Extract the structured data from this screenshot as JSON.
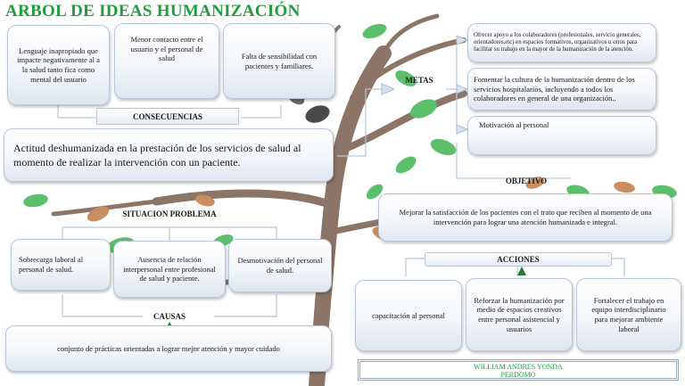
{
  "title": "ARBOL DE IDEAS HUMANIZACIÓN",
  "consequences": {
    "header": "CONSECUENCIAS",
    "items": [
      "Lenguaje inapropiado que impacte negativamente al a la salud tanto fica como mental del usuario",
      "Menor contacto entre el usuario y el personal de salud",
      "Falta de sensibilidad con pacientes y familiares."
    ]
  },
  "central_problem": "Actitud deshumanizada en la prestación de los servicios de salud al momento de realizar la intervención con un paciente.",
  "situation": {
    "header": "SITUACION PROBLEMA",
    "items": [
      "Sobrecarga laboral al personal de salud.",
      "Ausencia de relación interpersonal entre profesional de salud y paciente.",
      "Desmotivación del personal de salud."
    ]
  },
  "causes": {
    "header": "CAUSAS",
    "text": "conjunto de prácticas orientadas a lograr mejor atención y mayor cuidado"
  },
  "goals": {
    "header": "METAS",
    "items": [
      "Ofrecer apoyo a los colaboradores (profesionales, servicio generales, orientadores,etc) en espacios formativos, organizativos u otros para facilitar su trabajo en la mayor de la humanización de la atención.",
      "Fomentar la cultura de la humanización dentro de los servicios hospitalarios, incluyendo a todos los colaboradores en general de una organización..",
      "Motivación al personal"
    ]
  },
  "objective": {
    "header": "OBJETIVO",
    "text": "Mejorar la satisfacción de los pacientes con el trato que reciben al momento de una intervención para lograr una atención humanizada e integral."
  },
  "actions": {
    "header": "ACCIONES",
    "items": [
      "capacitación al personal",
      "Reforzar la humanización por medio de espacios creativos entre personal asistencial y usuarios",
      "Fortalecer el trabajo en equipo interdisciplinario para mejorar ambiente laboral"
    ]
  },
  "author": {
    "line1": "WILLIAM ANDRES YONDA",
    "line2": "PERDOMO"
  },
  "colors": {
    "title": "#1f9e3c",
    "leaf_green": "#5cbf6b",
    "leaf_brown": "#c98d5f",
    "trunk": "#8c7566"
  }
}
